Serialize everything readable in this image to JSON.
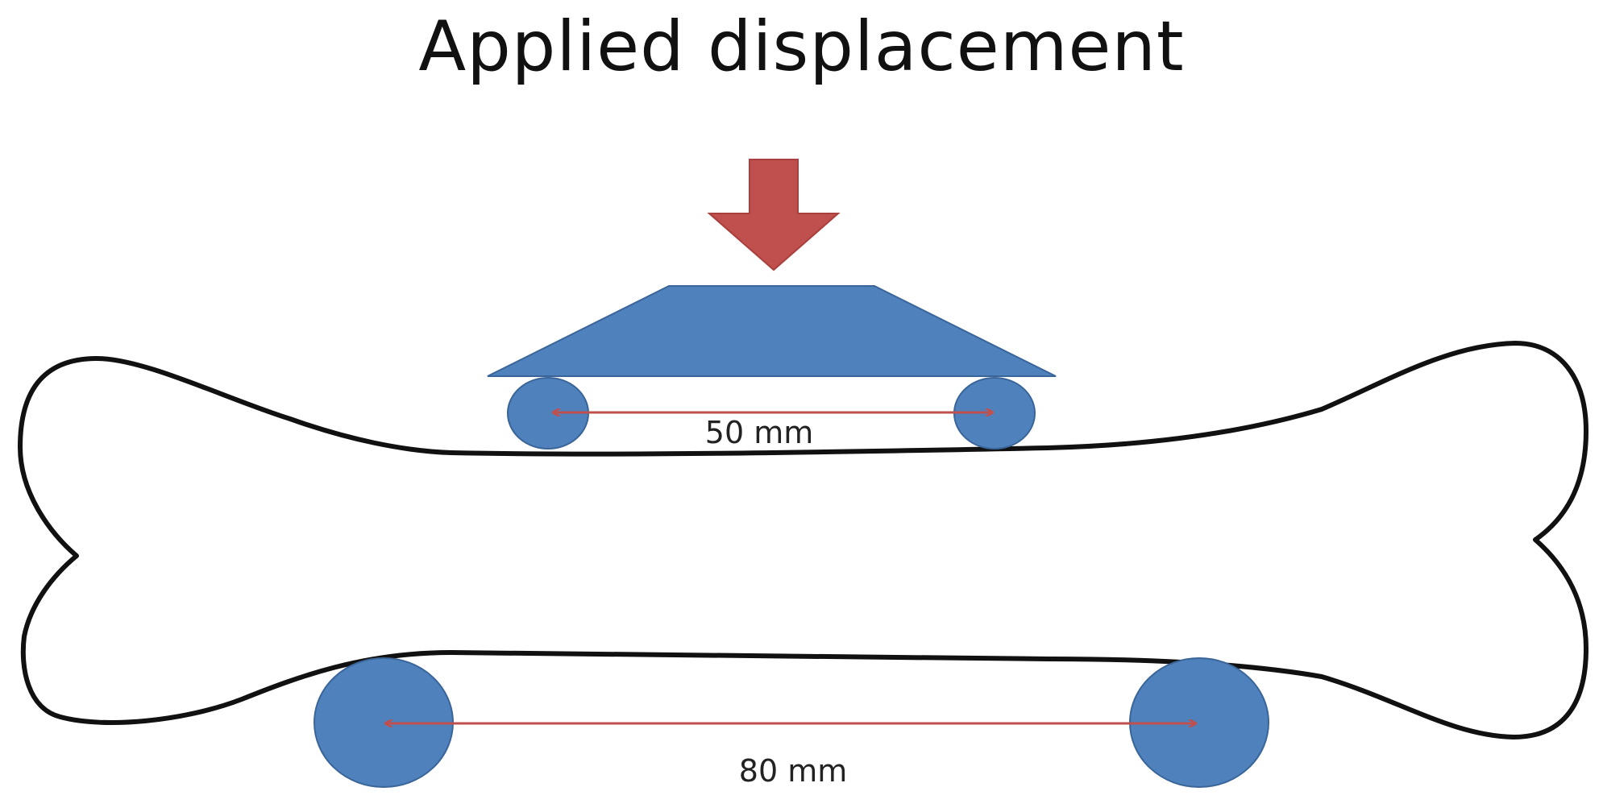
{
  "title": "Applied displacement",
  "upper_span": {
    "label": "50 mm"
  },
  "lower_span": {
    "label": "80 mm"
  },
  "colors": {
    "arrow": "#c0504d",
    "support": "#4f81bd",
    "support_edge": "#3a6599",
    "bone_outline": "#111111",
    "dimension": "#c0504d"
  }
}
